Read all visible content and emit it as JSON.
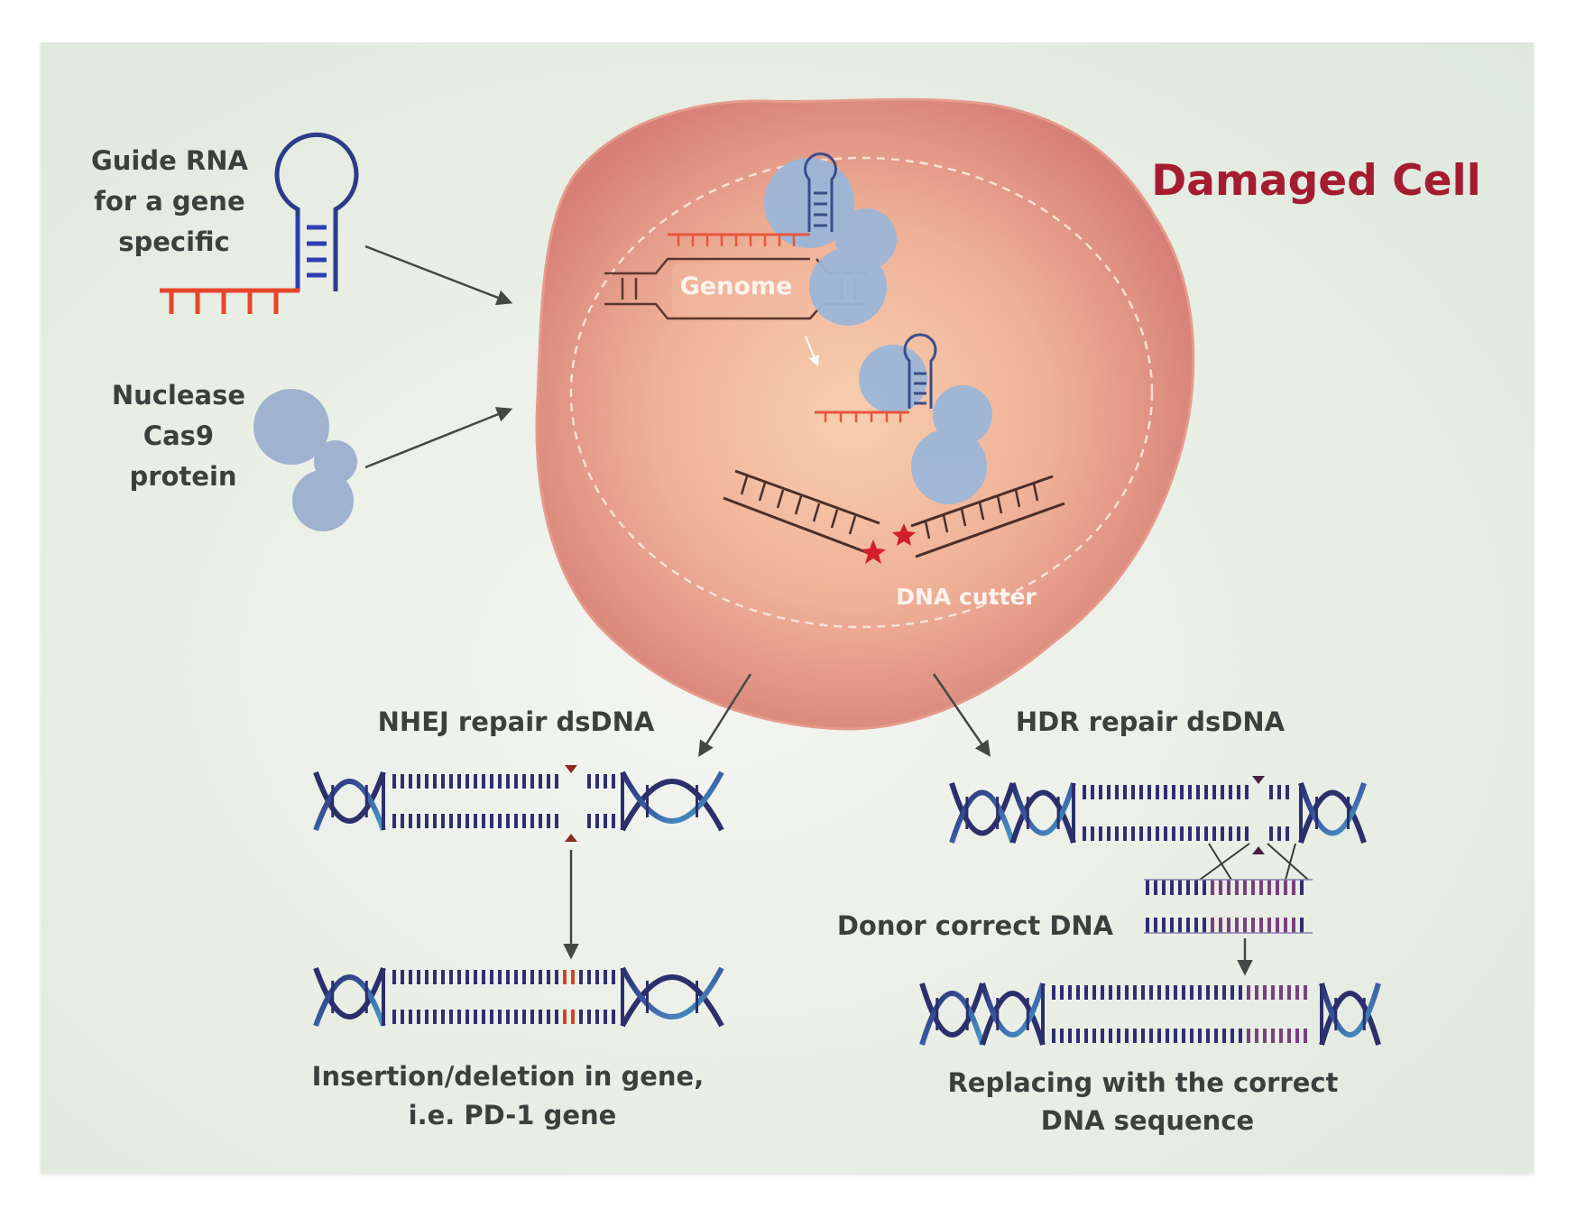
{
  "title": "Damaged Cell",
  "colors": {
    "title": "#a51c30",
    "cell_outer": "#d9847a",
    "cell_inner": "#f6c7a8",
    "cas9": "#9fb6d6",
    "guide_stem": "#2d3fb0",
    "guide_seed": "#e8452c",
    "dna_dark": "#2b2f6b",
    "arrow": "#454745"
  },
  "inputs": {
    "guide_rna": [
      "Guide RNA",
      "for a gene",
      "specific"
    ],
    "cas9": [
      "Nuclease",
      "Cas9",
      "protein"
    ]
  },
  "cell": {
    "genome_label": "Genome",
    "cutter_label": "DNA cutter"
  },
  "nhej": {
    "heading": "NHEJ repair dsDNA",
    "result": [
      "Insertion/deletion in gene,",
      "i.e. PD-1 gene"
    ]
  },
  "hdr": {
    "heading": "HDR repair dsDNA",
    "donor_label": "Donor correct DNA",
    "result": [
      "Replacing with the correct",
      "DNA sequence"
    ]
  }
}
